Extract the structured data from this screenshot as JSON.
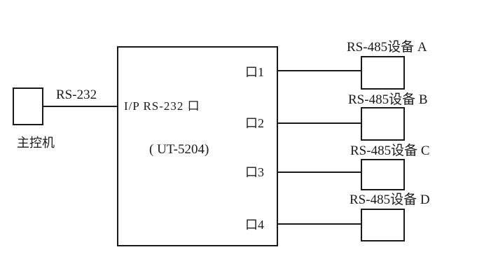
{
  "host": {
    "label": "主控机"
  },
  "link": {
    "label": "RS-232"
  },
  "converter": {
    "input_label": "I/P RS-232 口",
    "model": "( UT-5204)",
    "ports": [
      {
        "label": "口1",
        "device": "RS-485设备 A"
      },
      {
        "label": "口2",
        "device": "RS-485设备 B"
      },
      {
        "label": "口3",
        "device": "RS-485设备 C"
      },
      {
        "label": "口4",
        "device": "RS-485设备 D"
      }
    ]
  }
}
